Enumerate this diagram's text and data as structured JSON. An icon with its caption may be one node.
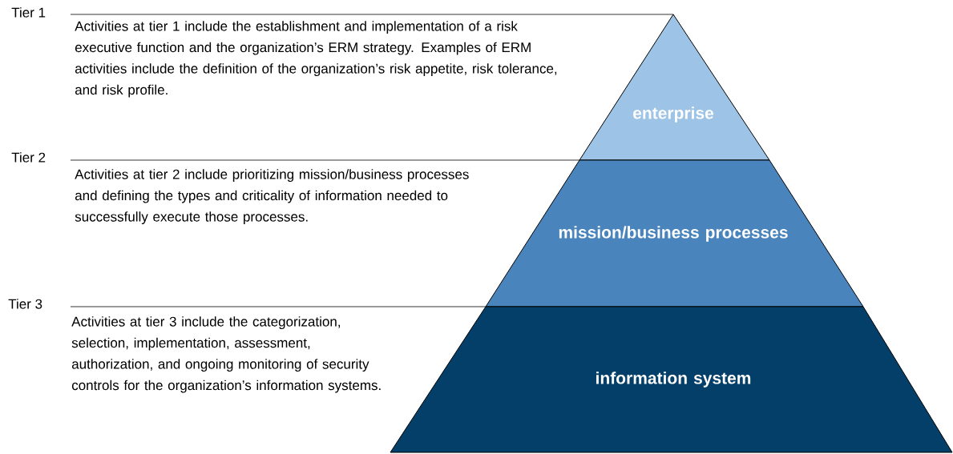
{
  "diagram": {
    "nodes": [
      {
        "text": [
          "enterprise"
        ]
      },
      {
        "text": [
          "mission/business processes"
        ]
      },
      {
        "text": [
          "information system"
        ]
      }
    ],
    "labels": [
      "Tier 1",
      "Activities at tier 1 include the establishment and implementation of a risk executive function and the organization’s ERM strategy. Examples of ERM activities include the definition of the organization’s risk appetite, risk tolerance, and risk profile.",
      "Tier 2",
      "Activities at tier 2 include prioritizing mission/business processes and defining the types and criticality of information needed to successfully execute those processes.",
      "Tier 3",
      "Activities at tier 3 include the categorization, selection, implementation, assessment, authorization, and ongoing monitoring of security controls for the organization’s information systems."
    ]
  }
}
